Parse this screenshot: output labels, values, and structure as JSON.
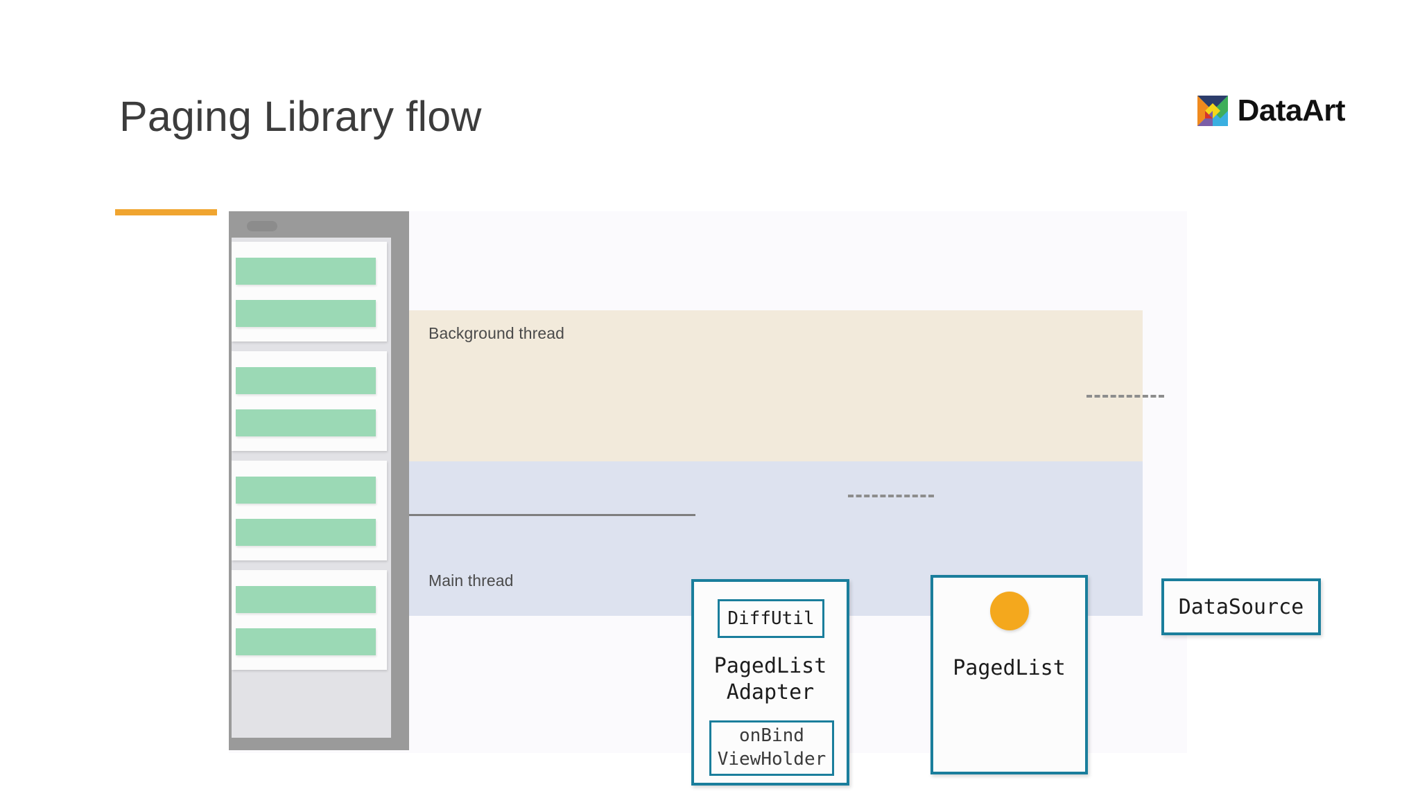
{
  "slide": {
    "title": "Paging Library flow",
    "accent_color": "#F0A530",
    "background_color": "#FFFFFF"
  },
  "brand": {
    "name": "DataArt",
    "mark_icon": "dataart-tangram-icon",
    "mark_colors": {
      "navy": "#2C3D6B",
      "orange": "#F08A1E",
      "green": "#3FAE5A",
      "yellow": "#F4D71A",
      "purple": "#7B5EA7",
      "blue": "#3AAFE0",
      "red": "#D6332C"
    }
  },
  "diagram": {
    "name": "paging-library-flow-diagram",
    "canvas_color": "#FBFAFD",
    "bands": [
      {
        "id": "background-thread",
        "label": "Background thread",
        "color": "#F2EADB"
      },
      {
        "id": "main-thread",
        "label": "Main thread",
        "color": "#DDE2EF"
      }
    ],
    "node_border_color": "#1A7E9C",
    "nodes": [
      {
        "id": "paged-list-adapter",
        "title": "PagedList\nAdapter",
        "children": [
          {
            "id": "diff-util",
            "label": "DiffUtil"
          },
          {
            "id": "on-bind-view-holder",
            "label": "onBind\nViewHolder"
          }
        ]
      },
      {
        "id": "paged-list",
        "title": "PagedList",
        "badge_icon": "orange-dot-icon",
        "badge_color": "#F4A81D"
      },
      {
        "id": "data-source",
        "title": "DataSource"
      }
    ],
    "connectors": [
      {
        "id": "phone-to-adapter",
        "style": "solid",
        "color": "#7E7E7E"
      },
      {
        "id": "adapter-to-pagedlist",
        "style": "dashed",
        "color": "#8D8D8D"
      },
      {
        "id": "pagedlist-to-datasource",
        "style": "dashed",
        "color": "#8D8D8D"
      }
    ],
    "phone": {
      "id": "phone-mockup",
      "frame_color": "#9A9A9A",
      "screen_color": "#E2E2E6",
      "card_color": "#FCFCFC",
      "row_color": "#9BD9B5",
      "cards": [
        {
          "id": "list-card-1",
          "rows": 2
        },
        {
          "id": "list-card-2",
          "rows": 2
        },
        {
          "id": "list-card-3",
          "rows": 2
        },
        {
          "id": "list-card-4",
          "rows": 2
        }
      ]
    }
  }
}
